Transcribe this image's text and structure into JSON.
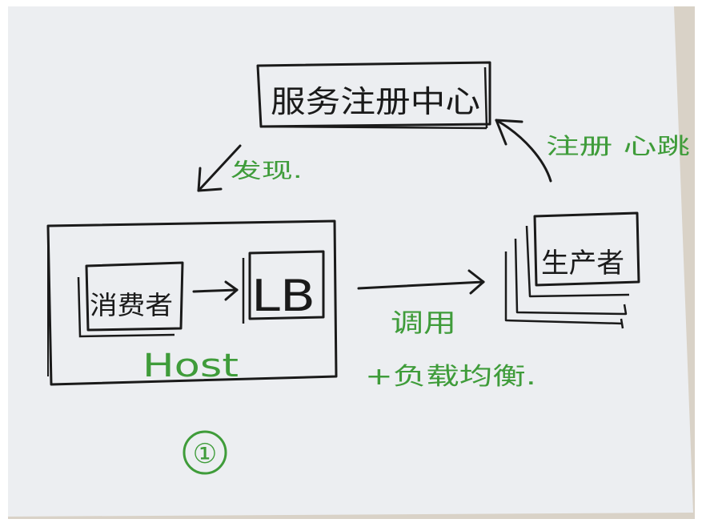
{
  "diagram": {
    "registry_label": "服务注册中心",
    "discover_label": "发现.",
    "register_label": "注册 心跳",
    "consumer_label": "消费者",
    "lb_label": "LB",
    "host_label": "Host",
    "producer_label": "生产者",
    "invoke_label": "调用",
    "loadbalance_label": "+负载均衡.",
    "figure_number": "①"
  },
  "colors": {
    "pen": "#1a1a1a",
    "green_pen": "#3f9c3a",
    "paper": "#eceef1",
    "paper_edge": "#d9d2c7"
  }
}
